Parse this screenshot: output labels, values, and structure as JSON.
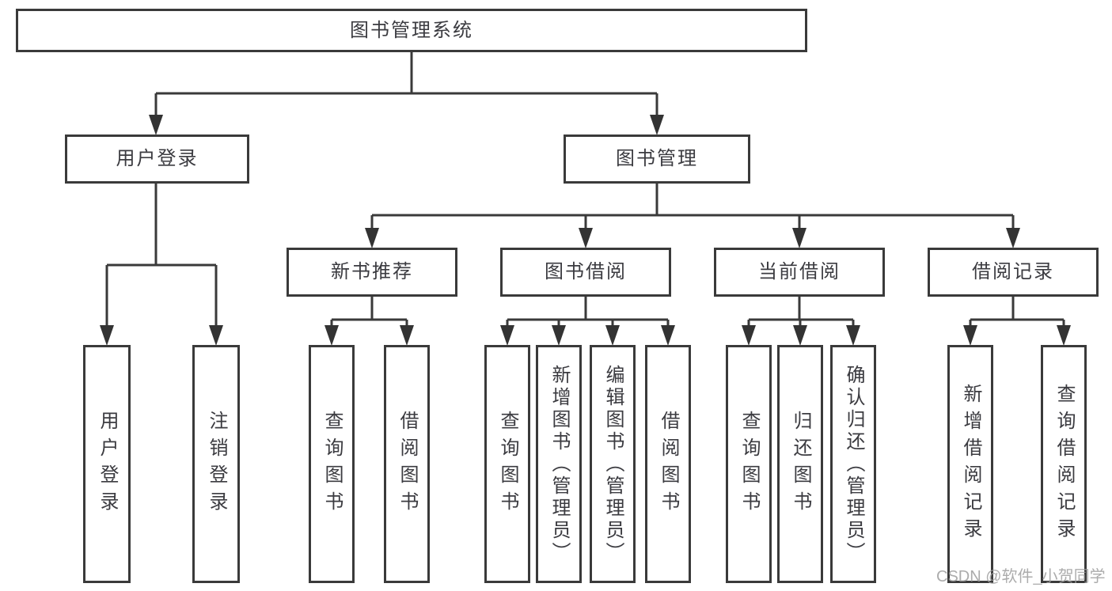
{
  "diagram_type": "hierarchy-tree",
  "tree": {
    "label": "图书管理系统",
    "children": [
      {
        "label": "用户登录",
        "children": [
          {
            "label": "用户登录"
          },
          {
            "label": "注销登录"
          }
        ]
      },
      {
        "label": "图书管理",
        "children": [
          {
            "label": "新书推荐",
            "children": [
              {
                "label": "查询图书"
              },
              {
                "label": "借阅图书"
              }
            ]
          },
          {
            "label": "图书借阅",
            "children": [
              {
                "label": "查询图书"
              },
              {
                "label": "新增图书（管理员）"
              },
              {
                "label": "编辑图书（管理员）"
              },
              {
                "label": "借阅图书"
              }
            ]
          },
          {
            "label": "当前借阅",
            "children": [
              {
                "label": "查询图书"
              },
              {
                "label": "归还图书"
              },
              {
                "label": "确认归还（管理员）"
              }
            ]
          },
          {
            "label": "借阅记录",
            "children": [
              {
                "label": "新增借阅记录"
              },
              {
                "label": "查询借阅记录"
              }
            ]
          }
        ]
      }
    ]
  },
  "watermark": "CSDN @软件_小贺同学",
  "colors": {
    "line": "#3a3a3a",
    "text": "#3b3b40",
    "background": "#ffffff",
    "watermark": "#9e9e9e"
  }
}
